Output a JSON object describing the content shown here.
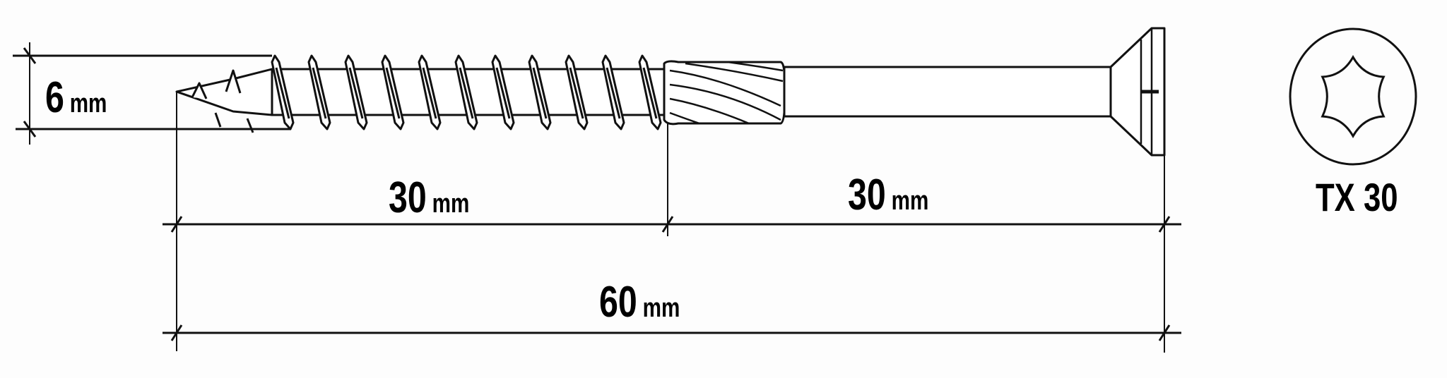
{
  "dimensions": {
    "diameter": {
      "value": "6",
      "unit": "mm"
    },
    "thread_length": {
      "value": "30",
      "unit": "mm"
    },
    "shank_length": {
      "value": "30",
      "unit": "mm"
    },
    "total_length": {
      "value": "60",
      "unit": "mm"
    }
  },
  "drive": {
    "label": "TX 30"
  }
}
